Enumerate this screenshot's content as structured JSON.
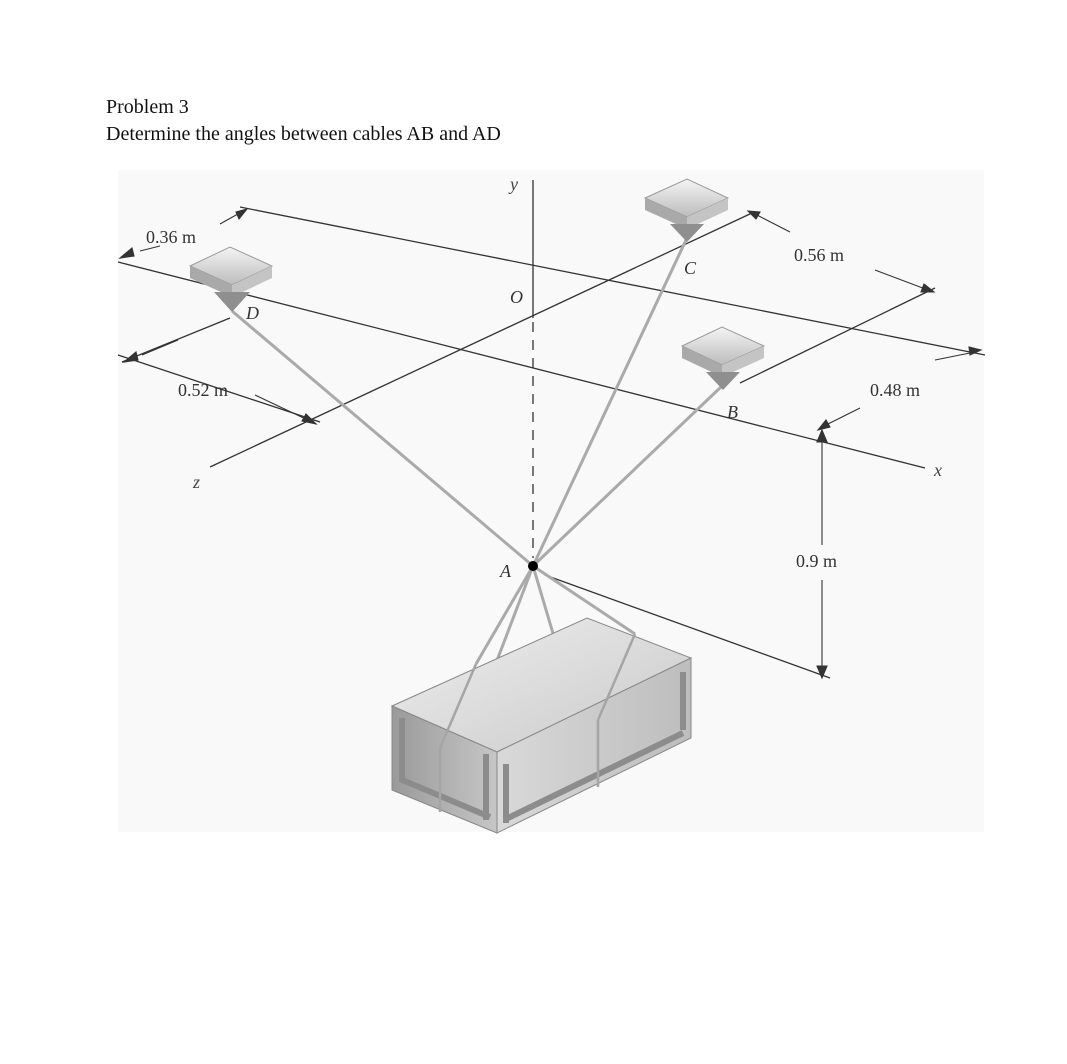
{
  "problem": {
    "title": "Problem 3",
    "statement": "Determine the angles between cables AB and AD"
  },
  "figure": {
    "axis_labels": {
      "x": "x",
      "y": "y",
      "z": "z"
    },
    "point_labels": {
      "O": "O",
      "A": "A",
      "B": "B",
      "C": "C",
      "D": "D"
    },
    "dimensions": {
      "d1": "0.36 m",
      "d2": "0.52 m",
      "d3": "0.56 m",
      "d4": "0.48 m",
      "d5": "0.9 m"
    }
  }
}
